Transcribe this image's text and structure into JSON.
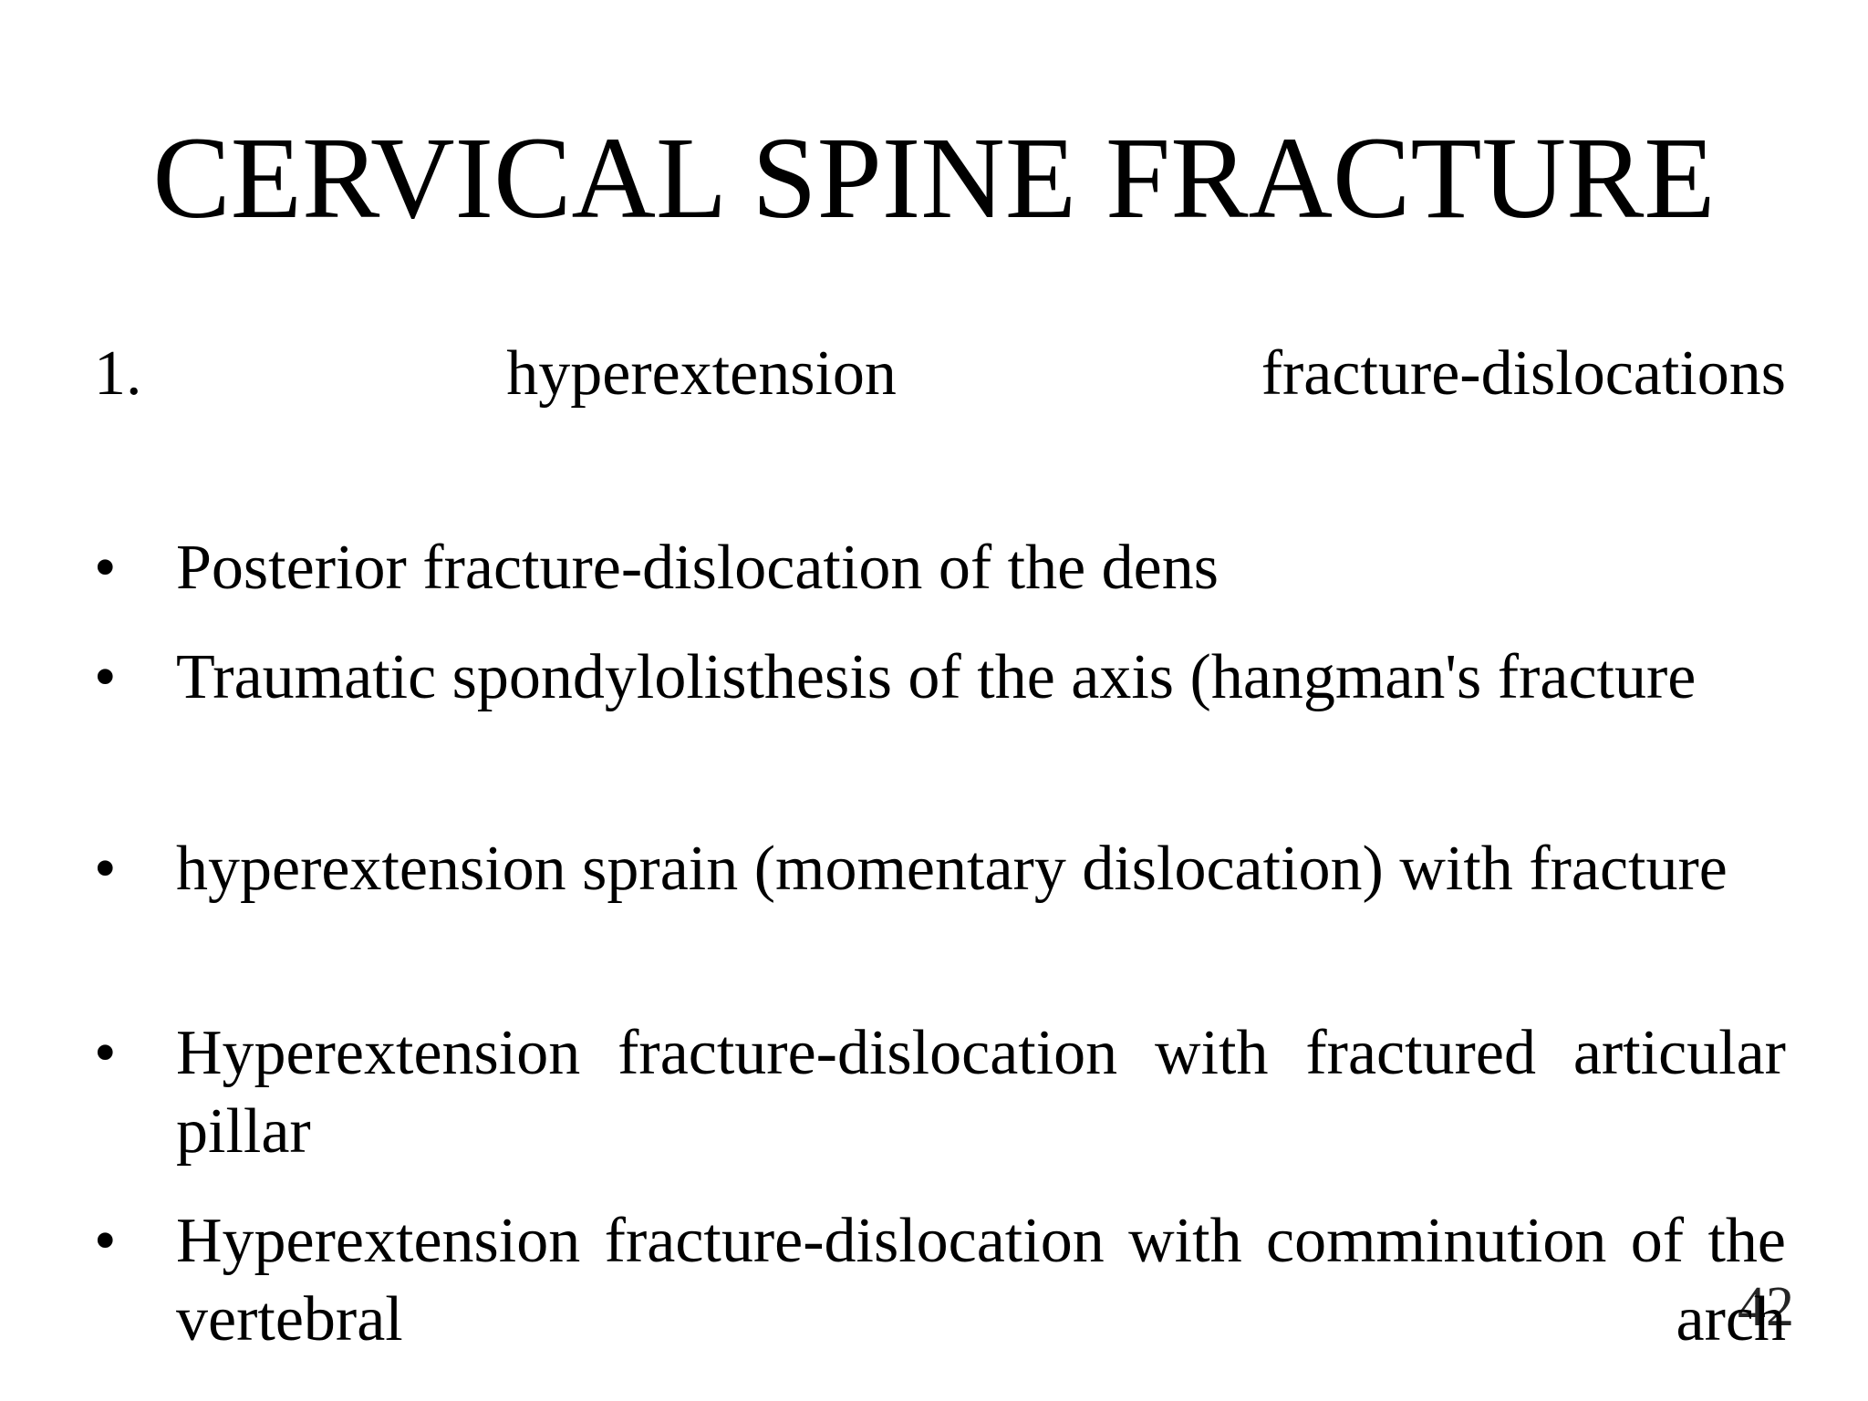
{
  "slide": {
    "title": "CERVICAL SPINE FRACTURE",
    "heading": {
      "number": "1.",
      "word1": "hyperextension",
      "word2": "fracture-dislocations"
    },
    "bullets": [
      {
        "symbol": "•",
        "text": "Posterior fracture-dislocation of the dens"
      },
      {
        "symbol": "•",
        "text": "Traumatic spondylolisthesis of the axis (hangman's fracture"
      },
      {
        "symbol": "•",
        "text": "hyperextension sprain (momentary dislocation) with fracture"
      },
      {
        "symbol": "•",
        "text": "Hyperextension fracture-dislocation with fractured articular pillar"
      },
      {
        "symbol": "•",
        "text": "Hyperextension fracture-dislocation with comminution of the vertebral arch"
      }
    ],
    "page_number": "42"
  }
}
